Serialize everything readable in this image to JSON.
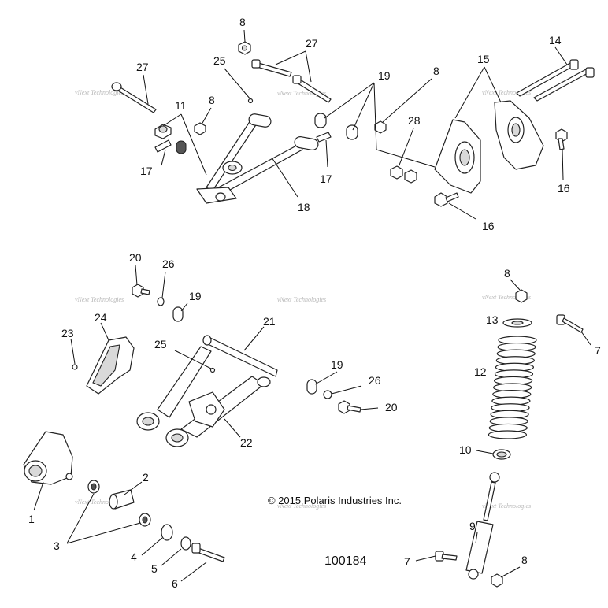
{
  "callouts": [
    "8",
    "27",
    "14",
    "27",
    "25",
    "11",
    "8",
    "19",
    "8",
    "15",
    "17",
    "17",
    "28",
    "16",
    "18",
    "16",
    "20",
    "26",
    "19",
    "8",
    "24",
    "23",
    "21",
    "25",
    "13",
    "7",
    "12",
    "19",
    "26",
    "20",
    "22",
    "10",
    "1",
    "2",
    "3",
    "4",
    "5",
    "6",
    "7",
    "9",
    "8"
  ],
  "watermark": "vNext Technologies",
  "copyright": "© 2015 Polaris Industries Inc.",
  "figure_number": "100184"
}
